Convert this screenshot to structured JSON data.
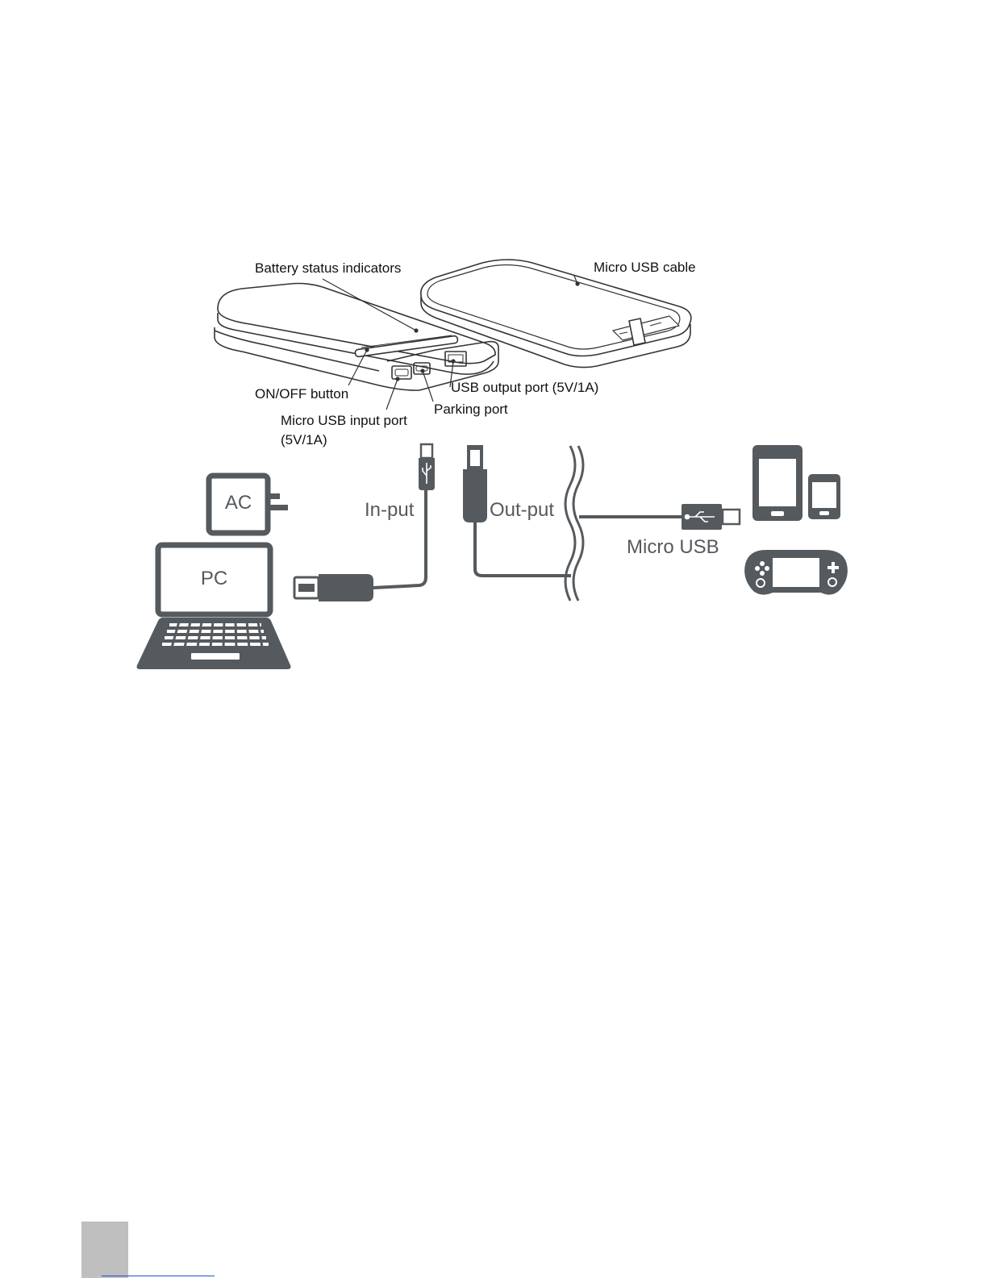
{
  "labels": {
    "battery_status_indicators": "Battery status indicators",
    "micro_usb_cable": "Micro USB cable",
    "on_off_button": "ON/OFF button",
    "usb_output_port": "USB output port (5V/1A)",
    "parking_port": "Parking port",
    "micro_usb_input_port_line1": "Micro USB input port",
    "micro_usb_input_port_line2": "(5V/1A)",
    "input": "In-put",
    "output": "Out-put",
    "micro_usb": "Micro USB",
    "ac": "AC",
    "pc": "PC"
  },
  "icons": [
    "power-bank-icon",
    "cable-pad-icon",
    "ac-adapter-icon",
    "laptop-icon",
    "usb-a-plug-icon",
    "micro-usb-plug-icon",
    "tablet-icon",
    "smartphone-icon",
    "handheld-console-icon"
  ],
  "colors": {
    "icon": "#555a5e",
    "line": "#333333",
    "page_marker": "#bfbfbf"
  }
}
